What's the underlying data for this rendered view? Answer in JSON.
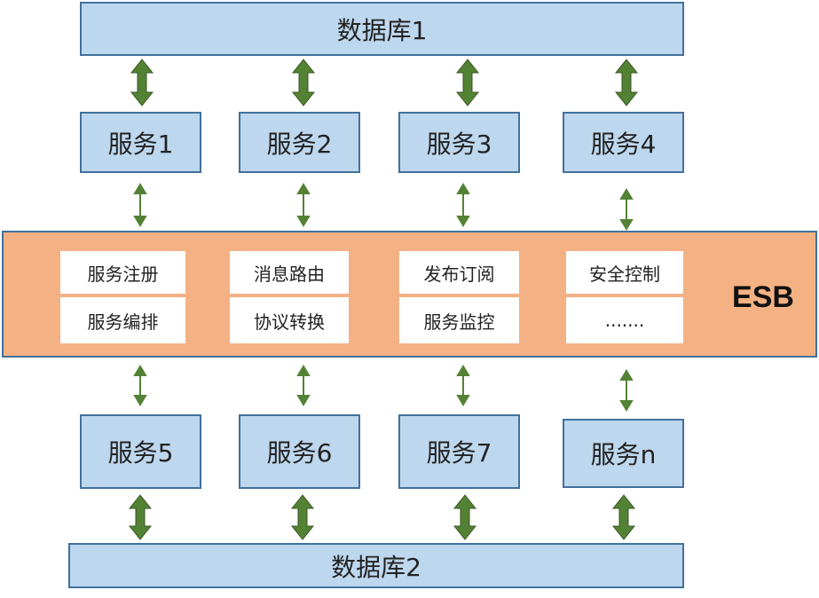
{
  "database_top": "数据库1",
  "database_bottom": "数据库2",
  "services_top": [
    "服务1",
    "服务2",
    "服务3",
    "服务4"
  ],
  "services_bottom": [
    "服务5",
    "服务6",
    "服务7",
    "服务n"
  ],
  "esb": {
    "label": "ESB",
    "modules": [
      [
        "服务注册",
        "服务编排"
      ],
      [
        "消息路由",
        "协议转换"
      ],
      [
        "发布订阅",
        "服务监控"
      ],
      [
        "安全控制",
        "......."
      ]
    ]
  },
  "colors": {
    "box_fill": "#bdd7ee",
    "box_border": "#41719c",
    "esb_fill": "#f4b183",
    "arrow": "#548235"
  }
}
